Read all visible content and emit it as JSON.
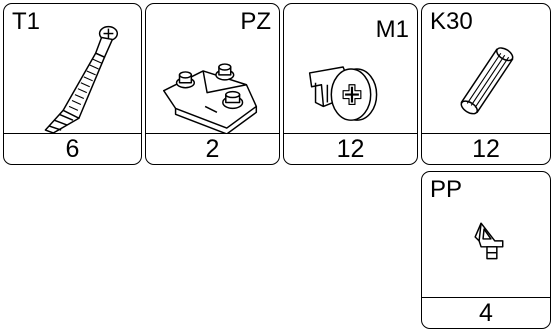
{
  "parts": [
    {
      "code": "T1",
      "qty": "6",
      "icon": "cam-dowel-icon"
    },
    {
      "code": "PZ",
      "qty": "2",
      "icon": "connector-plate-icon"
    },
    {
      "code": "M1",
      "qty": "12",
      "icon": "cam-lock-icon"
    },
    {
      "code": "K30",
      "qty": "12",
      "icon": "wood-dowel-icon"
    },
    {
      "code": "PP",
      "qty": "4",
      "icon": "shelf-pin-icon"
    }
  ]
}
